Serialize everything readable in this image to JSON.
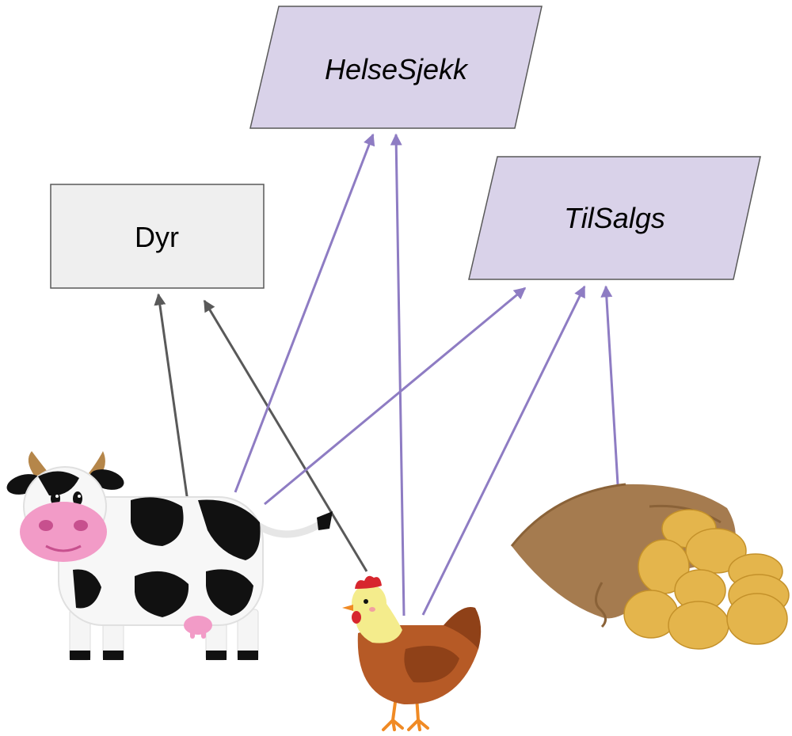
{
  "nodes": {
    "dyr": {
      "label": "Dyr"
    },
    "helsesjekk": {
      "label": "HelseSjekk"
    },
    "tilsalgs": {
      "label": "TilSalgs"
    }
  },
  "colors": {
    "class_fill": "#efefef",
    "class_stroke": "#595959",
    "interface_fill": "#d9d2e9",
    "interface_stroke": "#595959",
    "inheritance_arrow": "#595959",
    "implements_arrow": "#8e7cc3"
  },
  "icons": [
    "cow-icon",
    "chicken-icon",
    "potato-sack-icon"
  ]
}
